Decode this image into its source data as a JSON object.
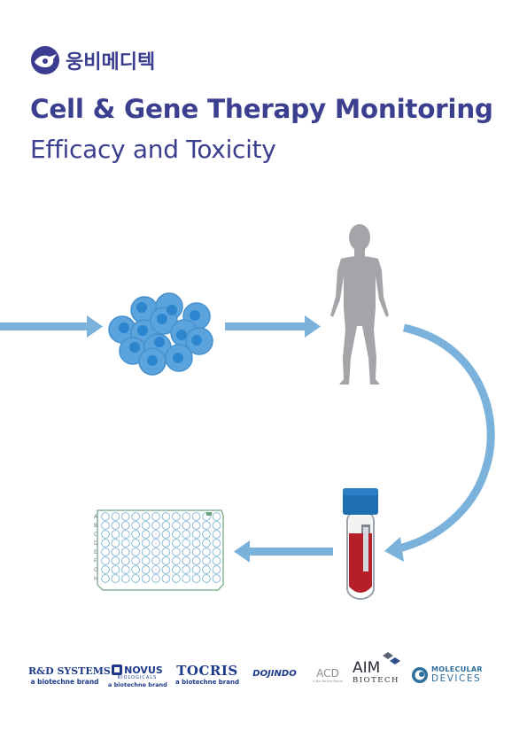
{
  "brand": {
    "company_name": "웅비메디텍",
    "accent_color": "#3b3f8f"
  },
  "header": {
    "title": "Cell & Gene Therapy Monitoring",
    "subtitle": "Efficacy and Toxicity"
  },
  "plate": {
    "row_labels": [
      "A",
      "B",
      "C",
      "D",
      "E",
      "F",
      "G",
      "H"
    ]
  },
  "partners": {
    "rnd": {
      "main": "R&D SYSTEMS",
      "sub": "a biotechne brand"
    },
    "novus": {
      "main": "NOVUS",
      "mid": "BIOLOGICALS",
      "sub": "a biotechne brand"
    },
    "tocris": {
      "main": "TOCRIS",
      "sub": "a biotechne brand"
    },
    "dojindo": {
      "main": "DOJINDO"
    },
    "acd": {
      "main": "ACD",
      "sub": "A Bio-Techne Brand"
    },
    "aim": {
      "main": "AIM",
      "sub": "BIOTECH"
    },
    "molecular": {
      "main": "MOLECULAR",
      "sub": "DEVICES"
    }
  },
  "colors": {
    "arrow": "#7ab2dc",
    "cell_fill": "#5ba3dc",
    "cell_nucleus": "#2b86cf",
    "human": "#a3a5a8",
    "tube_cap": "#1f6fb0",
    "blood": "#b51f2a",
    "plate_line": "#6aa37f"
  }
}
